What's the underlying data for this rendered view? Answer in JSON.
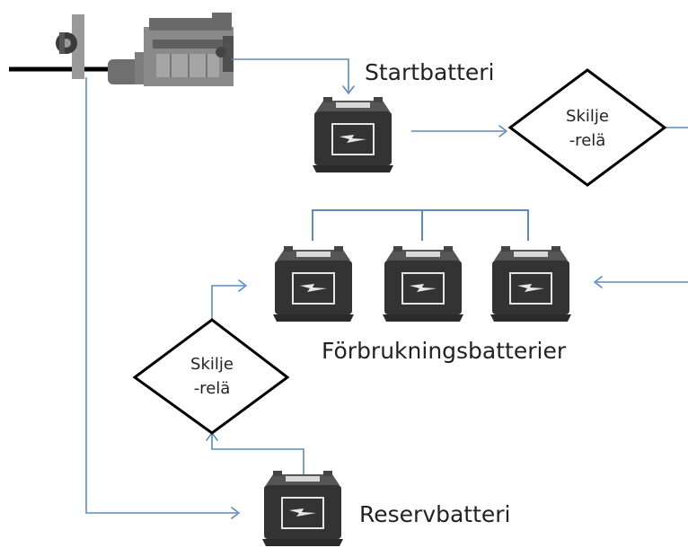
{
  "labels": {
    "start_battery": "Startbatteri",
    "separator_relay_1_line1": "Skilje",
    "separator_relay_1_line2": "-relä",
    "consumer_batteries": "Förbrukningsbatterier",
    "separator_relay_2_line1": "Skilje",
    "separator_relay_2_line2": "-relä",
    "reserve_battery": "Reservbatteri"
  },
  "colors": {
    "connector": "#5b8bc0",
    "battery_body": "#333333",
    "diamond_stroke": "#000000"
  },
  "icons": {
    "engine": "engine-icon",
    "battery": "battery-icon"
  }
}
